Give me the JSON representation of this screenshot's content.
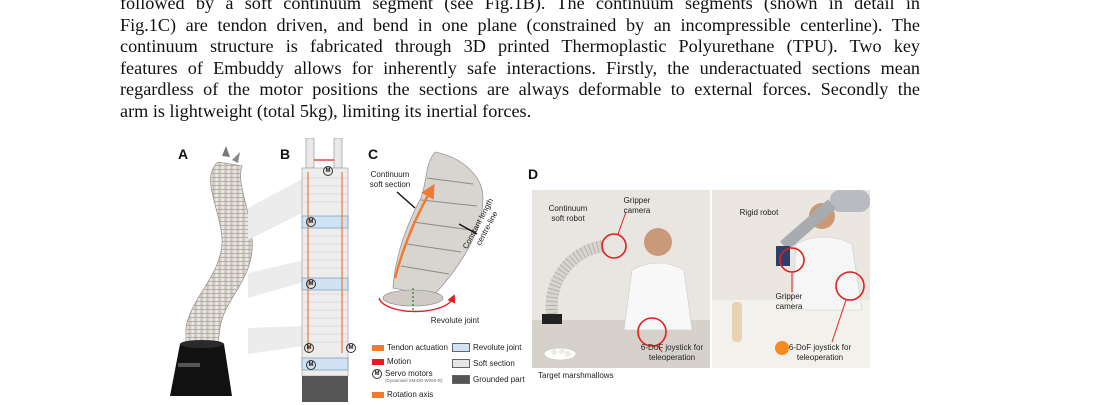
{
  "paragraph": {
    "lines": [
      "followed by a soft continuum segment (see Fig.1B). The continuum segments (shown in detail in",
      "Fig.1C) are tendon driven, and bend in one plane (constrained by an incompressible centerline). The",
      "continuum structure is fabricated through 3D printed Thermoplastic Polyurethane (TPU). Two key",
      "features of Embuddy allows for inherently safe interactions. Firstly, the underactuated sections mean",
      "regardless of the motor positions the sections are always deformable to external forces. Secondly the",
      "arm is lightweight (total 5kg), limiting its inertial forces."
    ]
  },
  "figure": {
    "panels": {
      "a": "A",
      "b": "B",
      "c": "C",
      "d": "D"
    },
    "panel_b": {
      "servo_symbol": "M"
    },
    "panel_c": {
      "continuum_label": "Continuum\nsoft section",
      "centreline_label": "Constant length\ncentre-line",
      "revolute_label": "Revolute joint"
    },
    "legend": {
      "tendon": "Tendon actuation",
      "motion": "Motion",
      "servo": "Servo motors",
      "servo_model": "(Dynamixel XM430-W350-R)",
      "rotation": "Rotation axis",
      "revolute": "Revolute joint",
      "soft": "Soft section",
      "grounded": "Grounded part"
    },
    "panel_d": {
      "continuum_label": "Continuum\nsoft robot",
      "gripper_label_left": "Gripper\ncamera",
      "joystick_label_left": "6-DoF joystick for\nteleoperation",
      "target_label": "Target marshmallows",
      "rigid_label": "Rigid robot",
      "gripper_label_right": "Gripper\ncamera",
      "joystick_label_right": "6-DoF joystick for\nteleoperation"
    },
    "colors": {
      "tendon": "#f07a33",
      "motion": "#e02020",
      "revolute": "#cfe3f5",
      "soft": "#e6e6e6",
      "grounded": "#555555",
      "annotation": "#e02020"
    }
  }
}
